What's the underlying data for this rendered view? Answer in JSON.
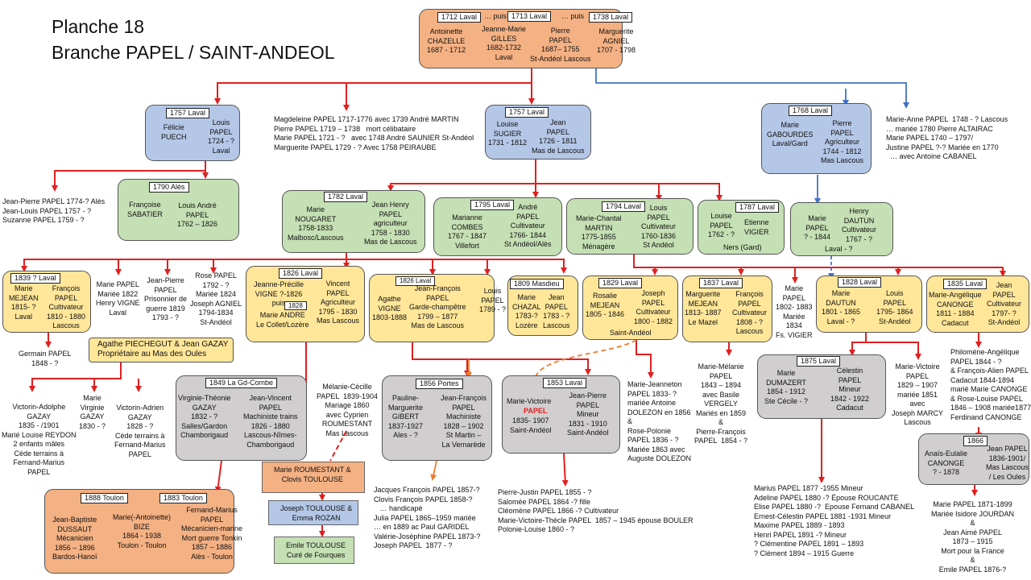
{
  "title": {
    "line1": "Planche 18",
    "line2": "Branche PAPEL  / SAINT-ANDEOL"
  },
  "colors": {
    "arrow_red": "#e02020",
    "arrow_blue": "#4472c4",
    "arrow_orange": "#ed7d31",
    "orange": "#f4b183",
    "blue": "#b4c7e7",
    "green": "#c5e0b4",
    "yellow": "#ffe699",
    "grey": "#d0cece"
  },
  "top": {
    "h1": "1712  Laval",
    "sep1": "… puis",
    "h2": "1713  Laval",
    "sep2": "… puis",
    "h3": "1738  Laval",
    "p1": "Antoinette\nCHAZELLE\n1687 - 1712",
    "p2": "Jeanne-Marie\nGILLES\n1682-1732\nLaval",
    "p3": "Pierre\nPAPEL\n1687– 1755\nSt-Andéol Lascous",
    "p4": "Marguerite\nAGNIEL\n1707 - 1798"
  },
  "puech": {
    "h": "1757 Laval",
    "a": "Félicie\nPUECH",
    "b": "Louis\nPAPEL\n1724 - ?\nLaval"
  },
  "siblings_top": "Magdeleine PAPEL 1717-1776 avec 1739 André MARTIN\nPierre PAPEL 1719 – 1738   mort célibataire\nMarie PAPEL 1721 - ?   avec 1748 André SAUNIER St-Andéol\nMarguerite PAPEL 1729 - ? Avec 1758 PEIRAUBE",
  "sugier": {
    "h": "1757 Laval",
    "a": "Louise\nSUGIER\n1731 - 1812",
    "b": "Jean\nPAPEL\n1726 - 1811\nMas de Lascous"
  },
  "gabourdes": {
    "h": "1768  Laval",
    "a": "Marie\nGABOURDES\nLaval/Gard",
    "b": "Pierre\nPAPEL\nAgriculteur\n1744 - 1812\nMas Lascous"
  },
  "right_top": "Marie-Anne PAPEL  1748 - ? Lascous\n… mariée 1780 Pierre ALTAIRAC\nMarie PAPEL 1740 – 1797/\nJustine PAPEL ?-? Mariée en 1770\n  … avec Antoine CABANEL",
  "left_sibs": "Jean-Pierre PAPEL 1774-? Alès\nJean-Louis PAPEL 1757 - ?\nSuzanne PAPEL 1759 - ?",
  "sabatier": {
    "h": "1790 Alès",
    "a": "Françoise\nSABATIER",
    "b": "Louis André\nPAPEL\n1762 – 1826"
  },
  "nougaret": {
    "h": "1782 Laval",
    "a": "Marie\nNOUGARET\n1758-1833\nMalbosc/Lascous",
    "b": "Jean Henry\nPAPEL\nagriculteur\n1758 - 1830\nMas de Lascous"
  },
  "combes": {
    "h": "1795  Laval",
    "a": "Marianne\nCOMBES\n1767 - 1847\nVillefort",
    "b": "André\nPAPEL\nCultivateur\n1766- 1844\nSt Andéol/Alès"
  },
  "martin": {
    "h": "1794  Laval",
    "a": "Marie-Chantal\nMARTIN\n1775-1855\nMénagère",
    "b": "Louis\nPAPEL\nCultivateur\n1760-1836\nSt Andéol"
  },
  "vigier": {
    "h": "1787 Laval",
    "a": "Louise\nPAPEL\n1762 - ?",
    "b": "Etienne\nVIGIER",
    "c": "Ners (Gard)"
  },
  "dautun1": {
    "a": "Marie\nPAPEL\n? - 1844",
    "b": "Henry\nDAUTUN\nCultivateur\n1767 - ?",
    "c": "Laval - ?"
  },
  "mejean1": {
    "h": "1839 ? Laval",
    "a": "Marie\nMEJEAN\n1815- ?\nLaval",
    "b": "François\nPAPEL\nCultivateur\n1810 - 1880\nLascous"
  },
  "marie1822": "Marie PAPEL\nMariée 1822\nHenry VIGNE\nLaval",
  "jp_prisonnier": "Jean-Pierre\nPAPEL\nPrisonnier de\nguerre 1819\n1793 - ?",
  "rose": "Rose PAPEL\n1792 - ?\nMariée 1824\nJoseph AGNIEL\n1794-1834\nSt-Andéol",
  "vigne": {
    "h": "1826 Laval",
    "a1": "Jeanne-Précille\nVIGNE ?-1826\npuis",
    "hs": "1828",
    "a2": "Marie ANDRE\nLe Collet/Lozère",
    "b": "Vincent\nPAPEL\nAgriculteur\n1795 - 1830\nMas Lascous"
  },
  "agathe": {
    "h": "1826 Laval",
    "a": "Agathe\nVIGNE\n1803-1888",
    "b": "Jean-François\nPAPEL\nGarde-champêtre\n1799 – 1877\nMas de Lascous"
  },
  "louis1789": "Louis\nPAPEL\n1789 - ?",
  "chazal": {
    "h": "1809 Masdieu",
    "a": "Marie\nCHAZAL\n1783-?\nLozère",
    "b": "Jean\nPAPEL\n1783 - ?\nLascous"
  },
  "mejean2": {
    "h": "1829  Laval",
    "a": "Rosalie\nMEJEAN\n1805 - 1846",
    "b": "Joseph\nPAPEL\nCultivateur\n1800 - 1882",
    "c": "Saint-Andéol"
  },
  "mejean3": {
    "h": "1837 Laval",
    "a": "Marguerite\nMEJEAN\n1813- 1887\nLe Mazel",
    "b": "François\nPAPEL\nCultivateur\n1808 - ?\nLascous"
  },
  "marie1802": "Marie\nPAPEL\n1802- 1883\nMariée\n1834\nFs. VIGIER",
  "dautun2": {
    "h": "1828  Laval",
    "a": "Marie\nDAUTUN\n1801 - 1865\nLaval - ?",
    "b": "Louis\nPAPEL\n1795- 1864\nSt-Andéol"
  },
  "canonge": {
    "h": "1835 Laval",
    "a": "Marie-Angélique\nCANONGE\n1811 - 1884\nCadacut",
    "b": "Jean\nPAPEL\nCultivateur\n1797- ?\nSt-Andéol"
  },
  "germain": "Germain PAPEL\n1848 - ?",
  "piechegut": "Agathe PIECHEGUT & Jean GAZAY\nPropriétaire au Mas des Oules",
  "victorin": "Victorin-Adolphe\nGAZAY\n1835 - /1901\nMarié Louise REYDON\n2 enfants mâles\nCède terrains à\nFernand-Marius\nPAPEL",
  "mv_gazay": "Marie\nVirginie\nGAZAY\n1830 - ?",
  "va_gazay": "Victorin-Adrien\nGAZAY\n1828 - ?\nCède terrains à\nFernand-Marius\nPAPEL",
  "combe1849": {
    "h": "1849 La Gd-Combe",
    "a": "Virginie-Théonie\nGAZAY\n1832 - ?\nSalles/Gardon\nChamborigaud",
    "b": "Jean-Vincent\nPAPEL\nMachiniste trains\n1826 - 1880\nLascous-Nîmes-\nChamborigaud"
  },
  "melanie": "Mélanie-Cécille\nPAPEL  1839-1904\nMariage 1860\navec Cyprien\nROUMESTANT\nMas Lascous",
  "gibert": {
    "h": "1856 Portes",
    "a": "Pauline-\nMarguerite\nGIBERT\n1837-1927\nAles - ?",
    "b": "Jean-François\nPAPEL\nMachiniste\n1828 – 1902\nSt Martin –\nLa Vernarède"
  },
  "mv1853": {
    "h": "1853 Laval",
    "a1": "Marie-Victoire",
    "a2": "PAPEL",
    "a3": "1835- 1907\nSaint-Andéol",
    "b": "Jean-Pierre\nPAPEL\nMineur\n1831 - 1910\nSaint-Andéol"
  },
  "mjeanneton": "Marie-Jeanneton\nPAPEL 1833- ?\nmariée Antoine\nDOLEZON en 1856\n&\nRose-Polonie\nPAPEL 1836 - ?\nMariée 1863 avec\nAuguste DOLEZON",
  "mmelanie": "Marie-Mélanie\nPAPEL\n1843 – 1894\navec Basile\nVERGELY\nMariés en 1859\n&\nPierre-François\nPAPEL  1854 - ?",
  "dumazert": {
    "h": "1875 Laval",
    "a": "Marie\nDUMAZERT\n1854 - 1912\nSte Cécile - ?",
    "b": "Célestin\nPAPEL\nMineur\n1842 - 1922\nCadacut"
  },
  "mvictoire2": "Marie-Victoire\nPAPEL\n1829 – 1907\nmariée 1851\navec\nJoseph MARCY\nLascous",
  "philomene": "Philomène-Angélique\nPAPEL 1844 - ?\n& François-Alien PAPEL\nCadacut 1844-1894\nmarié Marie CANONGE\n& Rose-Louise PAPEL\n1846 – 1908 mariée1877\nFerdinand CANONGE",
  "canonge1866": {
    "h": "1866",
    "a": "Anaïs-Eulalie\nCANONGE\n? - 1878",
    "b": "Jean PAPEL\n1836-1901/\nMas Lascous\n/ Les Oules"
  },
  "toulon": {
    "h1": "1888 Toulon",
    "h2": "1883 Toulon",
    "a": "Jean-Baptiste\nDUSSAUT\nMécanicien\n1856 – 1896\nBardos-Hanoï",
    "b": "Marie(-Antoinette)\nBIZE\n1864 - 1938\nToulon - Toulon",
    "c": "Fernand-Marius\nPAPEL\nMécanicien-marine\nMort guerre Tonkin\n1857 – 1886\nAlès - Toulon"
  },
  "roumestant": "Marie ROUMESTANT &\nClovis TOULOUSE",
  "joseph_t": "Joseph TOULOUSE &\nEmma ROZAN",
  "emile": "Emile TOULOUSE\nCuré de Fourques",
  "jacques": "Jacques François PAPEL 1857-?\nClovis François PAPEL 1858-?\n   … handicapé\nJulia PAPEL 1865–1959 mariée\n… en 1889 ac Paul GARIDEL\nValérie-Joséphine PAPEL 1873-?\nJoseph PAPEL  1877 - ?",
  "pierrejustin": "Pierre-Justin PAPEL 1855 - ?\nSalomée PAPEL 1864 -? fille\nCléomène PAPEL 1866 -? Cultivateur\nMarie-Victoire-Thècle PAPEL  1857 – 1945 épouse BOULER\nPolonie-Louise 1860 - ?",
  "marius": "Marius PAPEL 1877 -1955 Mineur\nAdeline PAPEL 1880 -? Épouse ROUCANTE\nElise PAPEL 1880 -?  Epouse Fernand CABANEL\nErnest-Célestin PAPEL 1881 -1931 Mineur\nMaxime PAPEL 1889 - 1893\nHenri PAPEL 1891 -? Mineur\n? Clémentine PAPEL 1891 – 1893\n? Clément 1894 – 1915 Guerre",
  "marie1871": "Marie PAPEL 1871-1899\nMariée Isidore JOURDAN\n&\nJean Aimé PAPEL\n1873 – 1915\nMort pour la France\n&\nEmile PAPEL 1876-?"
}
